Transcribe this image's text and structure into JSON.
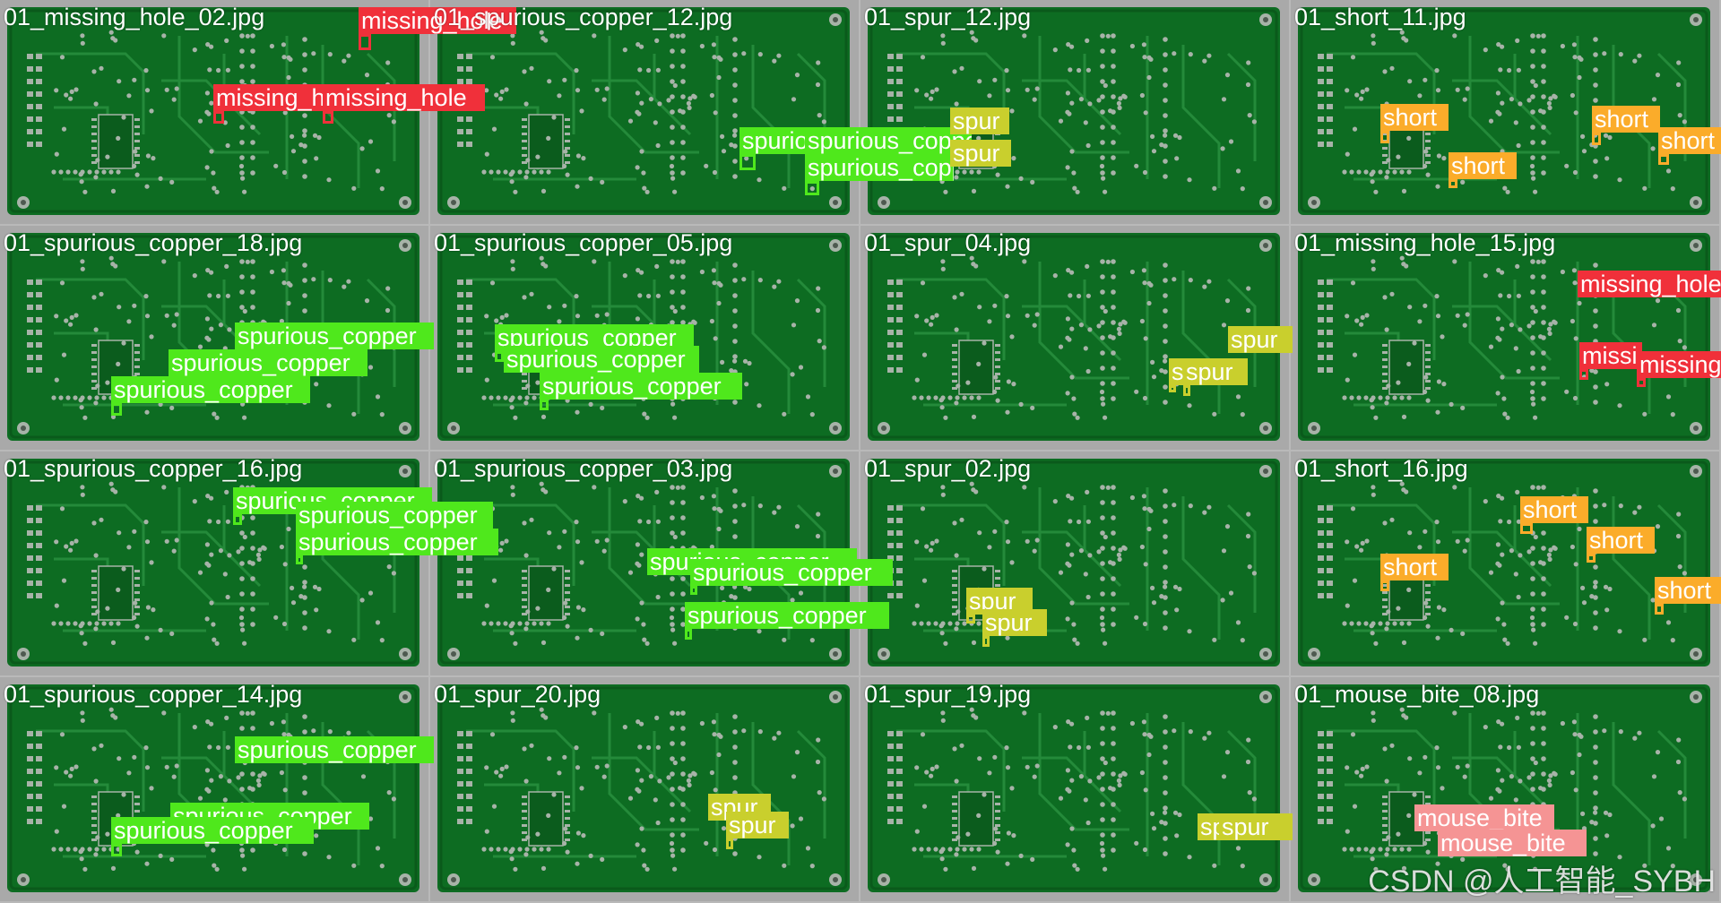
{
  "image": {
    "grid": {
      "columns": 4,
      "rows": 4
    },
    "colors": {
      "board": "#0d6c22",
      "board_dark": "#0a5a1b",
      "trace": "#248a3a",
      "pad": "#a7b3a8",
      "frame": "#a9a9a9",
      "missing_hole": "#f0303a",
      "spurious_copper": "#4fe81c",
      "spur": "#c9cf2d",
      "short": "#fbac2a",
      "mouse_bite": "#f59494"
    },
    "tiles": [
      {
        "title": "01_missing_hole_02.jpg",
        "detections": [
          {
            "label": "missing_hole",
            "class": "missing_hole"
          },
          {
            "label": "missing_hole",
            "class": "missing_hole"
          },
          {
            "label": "missing_hole",
            "class": "missing_hole"
          }
        ]
      },
      {
        "title": "01_spurious_copper_12.jpg",
        "detections": [
          {
            "label": "spurious_copper",
            "class": "spurious_copper"
          },
          {
            "label": "spurious_copper",
            "class": "spurious_copper"
          },
          {
            "label": "spurious_copper",
            "class": "spurious_copper"
          }
        ]
      },
      {
        "title": "01_spur_12.jpg",
        "detections": [
          {
            "label": "spur",
            "class": "spur"
          },
          {
            "label": "spur",
            "class": "spur"
          }
        ]
      },
      {
        "title": "01_short_11.jpg",
        "detections": [
          {
            "label": "short",
            "class": "short"
          },
          {
            "label": "short",
            "class": "short"
          },
          {
            "label": "short",
            "class": "short"
          },
          {
            "label": "short",
            "class": "short"
          }
        ]
      },
      {
        "title": "01_spurious_copper_18.jpg",
        "detections": [
          {
            "label": "spurious_copper",
            "class": "spurious_copper"
          },
          {
            "label": "spurious_copper",
            "class": "spurious_copper"
          },
          {
            "label": "spurious_copper",
            "class": "spurious_copper"
          }
        ]
      },
      {
        "title": "01_spurious_copper_05.jpg",
        "detections": [
          {
            "label": "spurious_copper",
            "class": "spurious_copper"
          },
          {
            "label": "spurious_copper",
            "class": "spurious_copper"
          },
          {
            "label": "spurious_copper",
            "class": "spurious_copper"
          }
        ]
      },
      {
        "title": "01_spur_04.jpg",
        "detections": [
          {
            "label": "spur",
            "class": "spur"
          },
          {
            "label": "spur",
            "class": "spur"
          },
          {
            "label": "spur",
            "class": "spur"
          }
        ]
      },
      {
        "title": "01_missing_hole_15.jpg",
        "detections": [
          {
            "label": "missing_hole",
            "class": "missing_hole"
          },
          {
            "label": "missing_hole",
            "class": "missing_hole"
          },
          {
            "label": "missing_hole",
            "class": "missing_hole"
          }
        ]
      },
      {
        "title": "01_spurious_copper_16.jpg",
        "detections": [
          {
            "label": "spurious_copper",
            "class": "spurious_copper"
          },
          {
            "label": "spurious_copper",
            "class": "spurious_copper"
          },
          {
            "label": "spurious_copper",
            "class": "spurious_copper"
          }
        ]
      },
      {
        "title": "01_spurious_copper_03.jpg",
        "detections": [
          {
            "label": "spurious_copper",
            "class": "spurious_copper"
          },
          {
            "label": "spurious_copper",
            "class": "spurious_copper"
          },
          {
            "label": "spurious_copper",
            "class": "spurious_copper"
          }
        ]
      },
      {
        "title": "01_spur_02.jpg",
        "detections": [
          {
            "label": "spur",
            "class": "spur"
          },
          {
            "label": "spur",
            "class": "spur"
          }
        ]
      },
      {
        "title": "01_short_16.jpg",
        "detections": [
          {
            "label": "short",
            "class": "short"
          },
          {
            "label": "short",
            "class": "short"
          },
          {
            "label": "short",
            "class": "short"
          },
          {
            "label": "short",
            "class": "short"
          }
        ]
      },
      {
        "title": "01_spurious_copper_14.jpg",
        "detections": [
          {
            "label": "spurious_copper",
            "class": "spurious_copper"
          },
          {
            "label": "spurious_copper",
            "class": "spurious_copper"
          },
          {
            "label": "spurious_copper",
            "class": "spurious_copper"
          }
        ]
      },
      {
        "title": "01_spur_20.jpg",
        "detections": [
          {
            "label": "spur",
            "class": "spur"
          },
          {
            "label": "spur",
            "class": "spur"
          }
        ]
      },
      {
        "title": "01_spur_19.jpg",
        "detections": [
          {
            "label": "spur",
            "class": "spur"
          },
          {
            "label": "spur",
            "class": "spur"
          }
        ]
      },
      {
        "title": "01_mouse_bite_08.jpg",
        "detections": [
          {
            "label": "mouse_bite",
            "class": "mouse_bite"
          },
          {
            "label": "mouse_bite",
            "class": "mouse_bite"
          }
        ]
      }
    ],
    "watermark": "CSDN @人工智能_SYBH"
  }
}
